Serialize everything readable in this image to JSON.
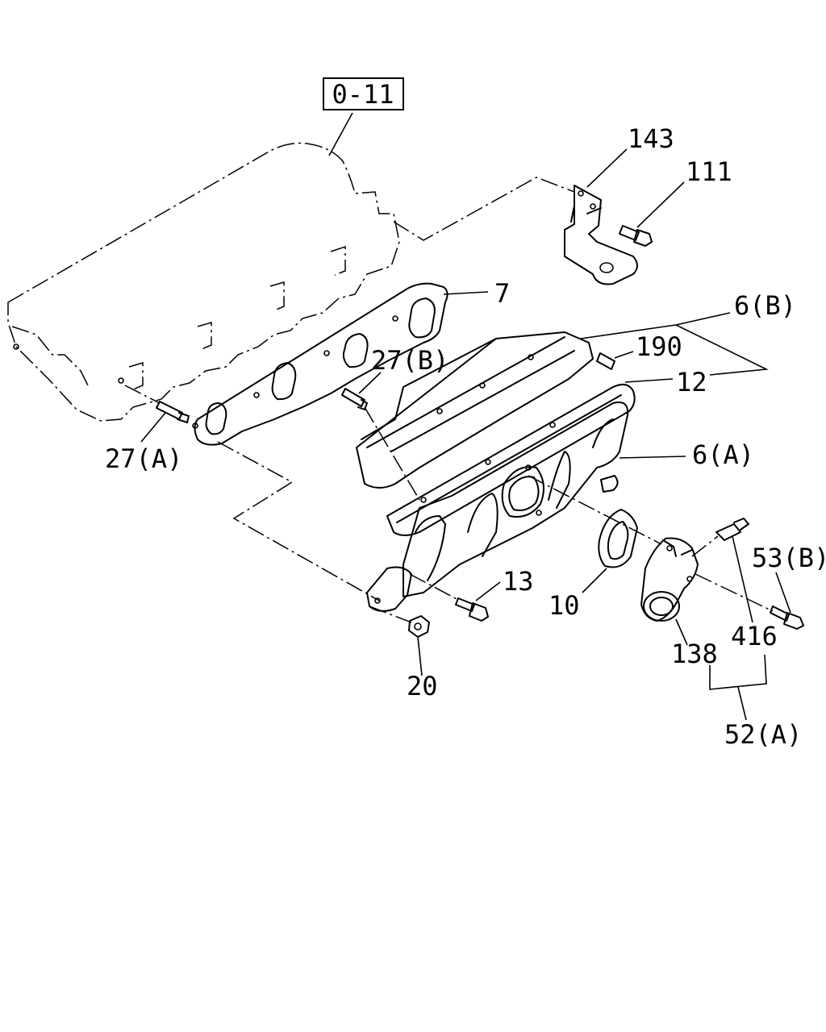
{
  "diagram": {
    "reference": "0-11",
    "callouts": {
      "c143": "143",
      "c111": "111",
      "c7": "7",
      "c6b": "6(B)",
      "c190": "190",
      "c27b": "27(B)",
      "c12": "12",
      "c6a": "6(A)",
      "c27a": "27(A)",
      "c13": "13",
      "c53b": "53(B)",
      "c10": "10",
      "c416": "416",
      "c138": "138",
      "c20": "20",
      "c52a": "52(A)"
    }
  }
}
